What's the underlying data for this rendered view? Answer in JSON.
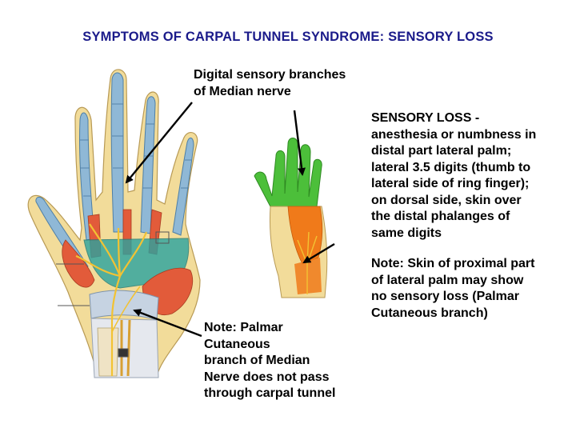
{
  "title": "SYMPTOMS OF CARPAL TUNNEL SYNDROME: SENSORY LOSS",
  "labels": {
    "digital_branches": "Digital sensory branches\nof Median nerve",
    "sensory_loss": "SENSORY LOSS -\nanesthesia or numbness in\ndistal part lateral palm;\nlateral 3.5 digits (thumb to\nlateral side of ring finger);\non dorsal side, skin over\nthe distal phalanges of\nsame digits",
    "note_right": "Note: Skin of proximal part\nof lateral palm may show\nno sensory loss (Palmar\nCutaneous branch)",
    "note_left": "Note: Palmar\nCutaneous\nbranch of Median\nNerve does not pass\nthrough carpal tunnel"
  },
  "colors": {
    "title": "#1a1a8a",
    "sensory_loss_area": "#f07a1a",
    "normal_skin_green": "#4cbf3a",
    "skin": "#f2dc9a",
    "tendon_sheath": "#8fb8d6",
    "muscle": "#e25b3a",
    "nerve": "#f2c233",
    "retinaculum": "#c6d3e2"
  }
}
